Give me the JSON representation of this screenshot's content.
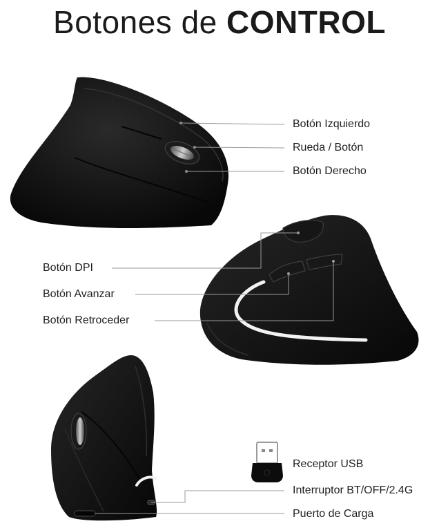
{
  "title": {
    "prefix": "Botones de",
    "emphasis": "CONTROL"
  },
  "top_view_labels": {
    "left_button": "Botón Izquierdo",
    "wheel": "Rueda / Botón",
    "right_button": "Botón Derecho"
  },
  "side_view_labels": {
    "dpi": "Botón DPI",
    "forward": "Botón Avanzar",
    "back": "Botón Retroceder"
  },
  "bottom_view_labels": {
    "usb_receiver": "Receptor USB",
    "switch": "Interruptor BT/OFF/2.4G",
    "charging_port": "Puerto de Carga"
  },
  "colors": {
    "mouse_body": "#111111",
    "accent_light": "#f2f2f2",
    "leader_line": "#9a9a9a"
  }
}
